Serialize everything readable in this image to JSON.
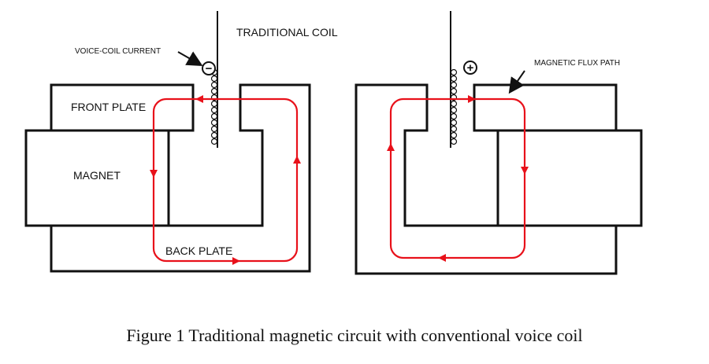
{
  "colors": {
    "structure": "#111111",
    "flux": "#e8111a",
    "background": "#ffffff"
  },
  "left_diagram": {
    "title": "TRADITIONAL COIL",
    "current_label": "VOICE-COIL CURRENT",
    "current_symbol": "−",
    "front_plate_label": "FRONT PLATE",
    "magnet_label": "MAGNET",
    "back_plate_label": "BACK PLATE"
  },
  "right_diagram": {
    "flux_label": "MAGNETIC FLUX PATH",
    "current_symbol": "+"
  },
  "caption": "Figure 1 Traditional magnetic circuit with conventional voice coil"
}
